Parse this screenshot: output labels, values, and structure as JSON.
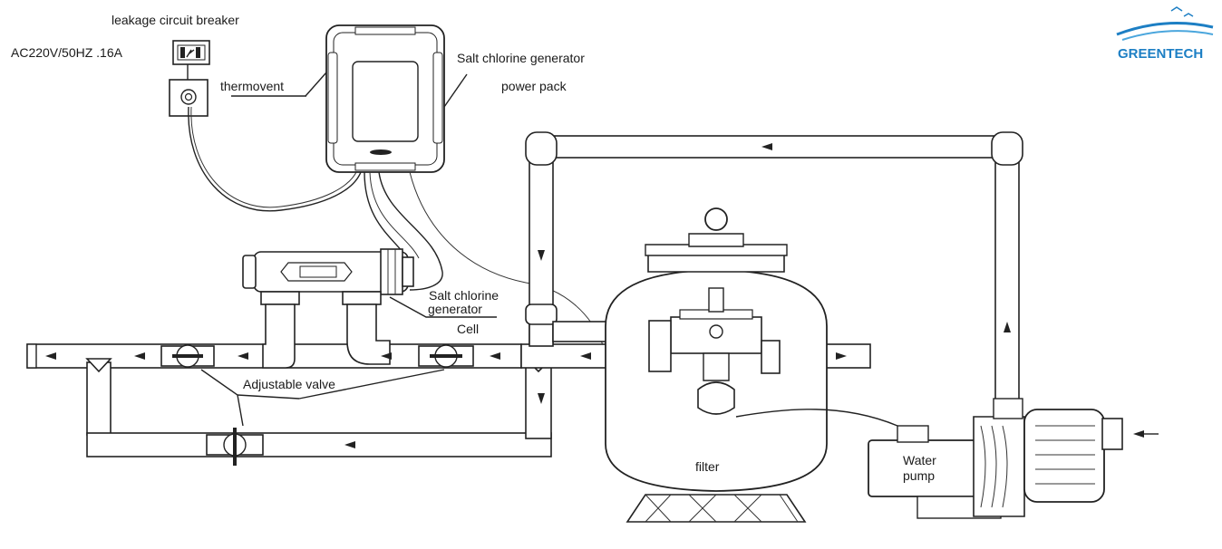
{
  "logo": {
    "text": "GREENTECH",
    "color": "#1d7fc4"
  },
  "labels": {
    "breaker": "leakage circuit breaker",
    "power_spec": "AC220V/50HZ .16A",
    "thermovent": "thermovent",
    "power_pack_line1": "Salt chlorine generator",
    "power_pack_line2": "power pack",
    "cell_line1": "Salt chlorine",
    "cell_line2": "generator",
    "cell_line3": "Cell",
    "valve": "Adjustable valve",
    "filter": "filter",
    "pump_line1": "Water",
    "pump_line2": "pump"
  },
  "icons": [
    "breaker-switch-icon",
    "power-socket-icon",
    "flow-arrow-icon"
  ]
}
